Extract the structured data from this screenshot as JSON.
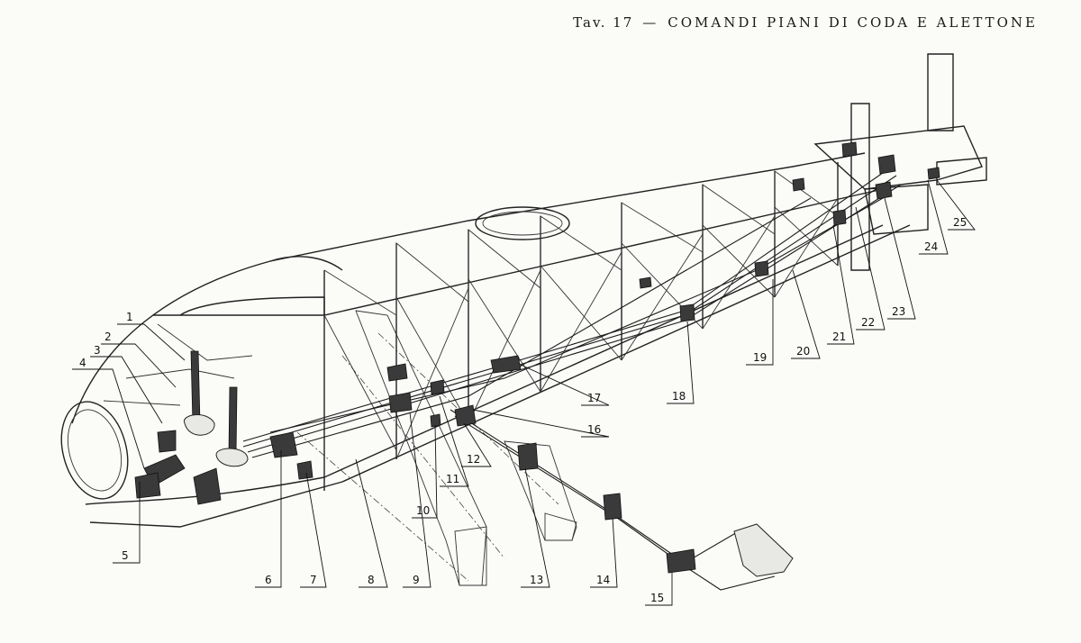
{
  "title": {
    "plate": "Tav. 17",
    "separator": "—",
    "caption": "COMANDI PIANI DI CODA E ALETTONE"
  },
  "callouts": [
    {
      "id": "1",
      "label": "1"
    },
    {
      "id": "2",
      "label": "2"
    },
    {
      "id": "3",
      "label": "3"
    },
    {
      "id": "4",
      "label": "4"
    },
    {
      "id": "5",
      "label": "5"
    },
    {
      "id": "6",
      "label": "6"
    },
    {
      "id": "7",
      "label": "7"
    },
    {
      "id": "8",
      "label": "8"
    },
    {
      "id": "9",
      "label": "9"
    },
    {
      "id": "10",
      "label": "10"
    },
    {
      "id": "11",
      "label": "11"
    },
    {
      "id": "12",
      "label": "12"
    },
    {
      "id": "13",
      "label": "13"
    },
    {
      "id": "14",
      "label": "14"
    },
    {
      "id": "15",
      "label": "15"
    },
    {
      "id": "16",
      "label": "16"
    },
    {
      "id": "17",
      "label": "17"
    },
    {
      "id": "18",
      "label": "18"
    },
    {
      "id": "19",
      "label": "19"
    },
    {
      "id": "20",
      "label": "20"
    },
    {
      "id": "21",
      "label": "21"
    },
    {
      "id": "22",
      "label": "22"
    },
    {
      "id": "23",
      "label": "23"
    },
    {
      "id": "24",
      "label": "24"
    },
    {
      "id": "25",
      "label": "25"
    }
  ]
}
